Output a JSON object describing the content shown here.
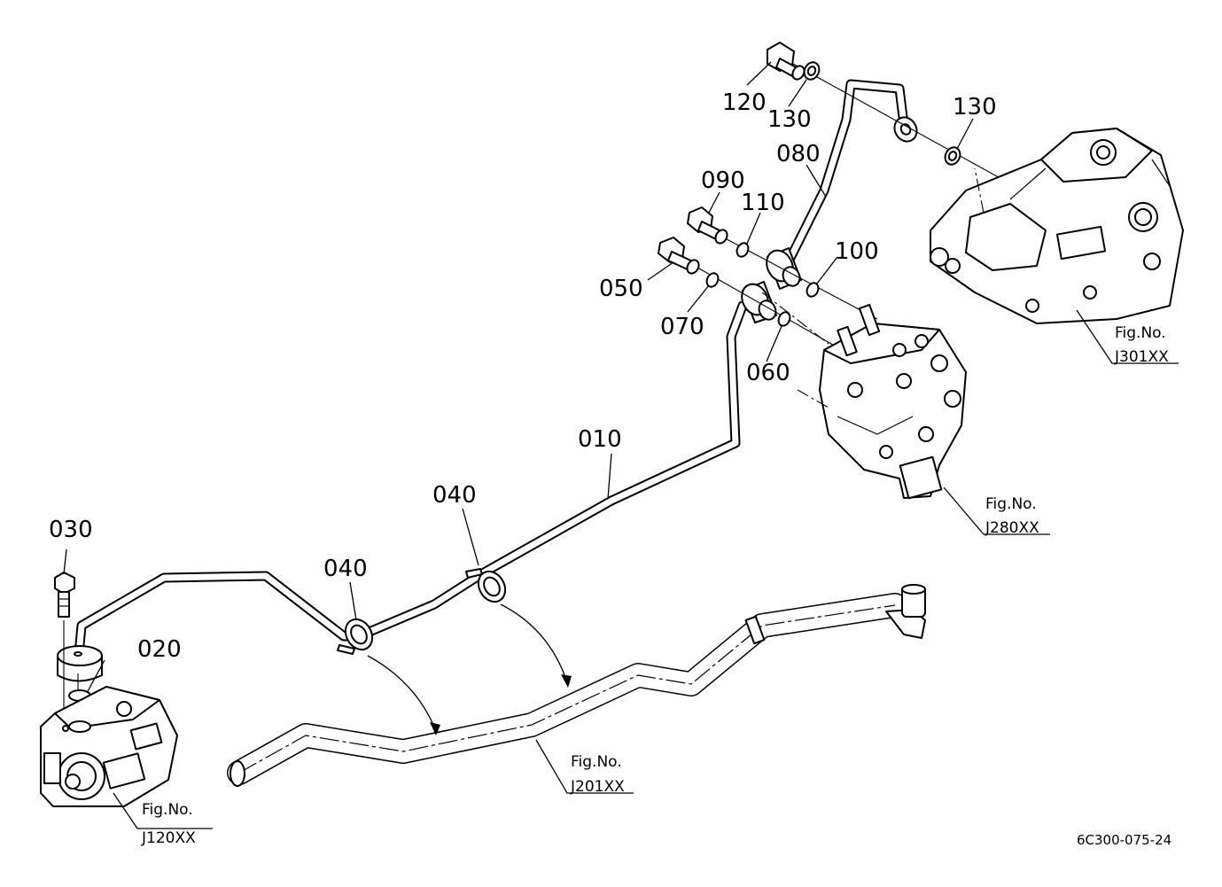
{
  "callouts": {
    "p010": "010",
    "p020": "020",
    "p030": "030",
    "p040a": "040",
    "p040b": "040",
    "p050": "050",
    "p060": "060",
    "p070": "070",
    "p080": "080",
    "p090": "090",
    "p100": "100",
    "p110": "110",
    "p120": "120",
    "p130a": "130",
    "p130b": "130"
  },
  "figure_refs": {
    "j120": {
      "caption": "Fig.No.",
      "code": "J120XX"
    },
    "j201": {
      "caption": "Fig.No.",
      "code": "J201XX"
    },
    "j280": {
      "caption": "Fig.No.",
      "code": "J280XX"
    },
    "j301": {
      "caption": "Fig.No.",
      "code": "J301XX"
    }
  },
  "drawing_id": "6C300-075-24"
}
